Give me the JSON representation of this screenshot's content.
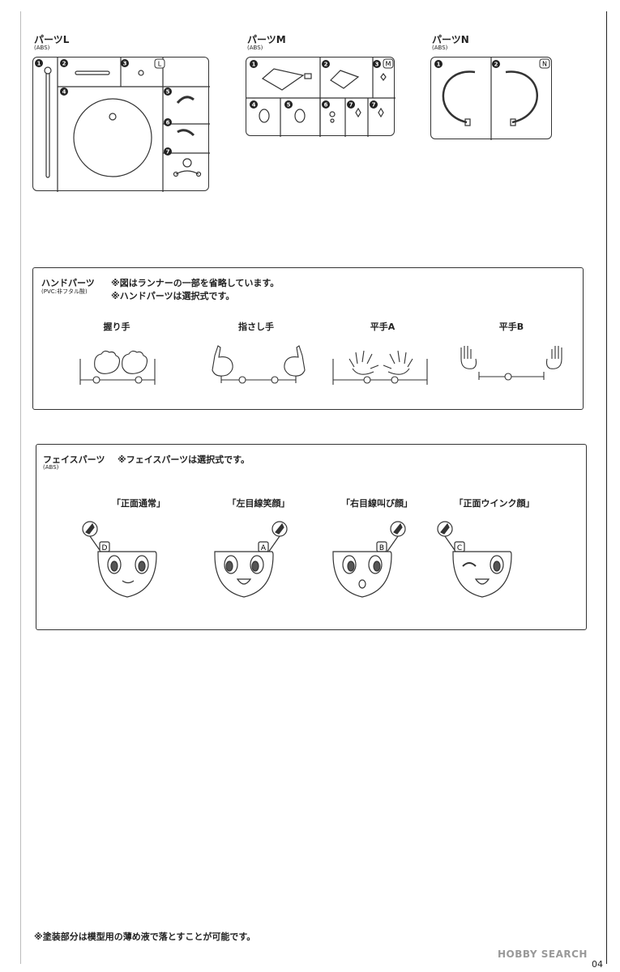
{
  "parts": [
    {
      "title": "パーツL",
      "material": "(ABS)",
      "runner_letter": "L",
      "numbers": [
        "1",
        "2",
        "3",
        "4",
        "5",
        "6",
        "7"
      ]
    },
    {
      "title": "パーツM",
      "material": "(ABS)",
      "runner_letter": "M",
      "numbers": [
        "1",
        "2",
        "3",
        "4",
        "5",
        "6",
        "7",
        "7"
      ]
    },
    {
      "title": "パーツN",
      "material": "(ABS)",
      "runner_letter": "N",
      "numbers": [
        "1",
        "2"
      ]
    }
  ],
  "hand_panel": {
    "title": "ハンドパーツ",
    "material": "(PVC:非フタル酸)",
    "notes": [
      "※図はランナーの一部を省略しています。",
      "※ハンドパーツは選択式です。"
    ],
    "options": [
      "握り手",
      "指さし手",
      "平手A",
      "平手B"
    ]
  },
  "face_panel": {
    "title": "フェイスパーツ",
    "material": "(ABS)",
    "note": "※フェイスパーツは選択式です。",
    "options": [
      {
        "label": "「正面通常」",
        "letter": "D"
      },
      {
        "label": "「左目線笑顔」",
        "letter": "A"
      },
      {
        "label": "「右目線叫び顔」",
        "letter": "B"
      },
      {
        "label": "「正面ウインク顔」",
        "letter": "C"
      }
    ]
  },
  "footer_note": "※塗装部分は模型用の薄め液で落とすことが可能です。",
  "watermark": "HOBBY SEARCH",
  "page_number": "04",
  "colors": {
    "line": "#333333",
    "fill": "#ffffff",
    "watermark": "#999999"
  }
}
